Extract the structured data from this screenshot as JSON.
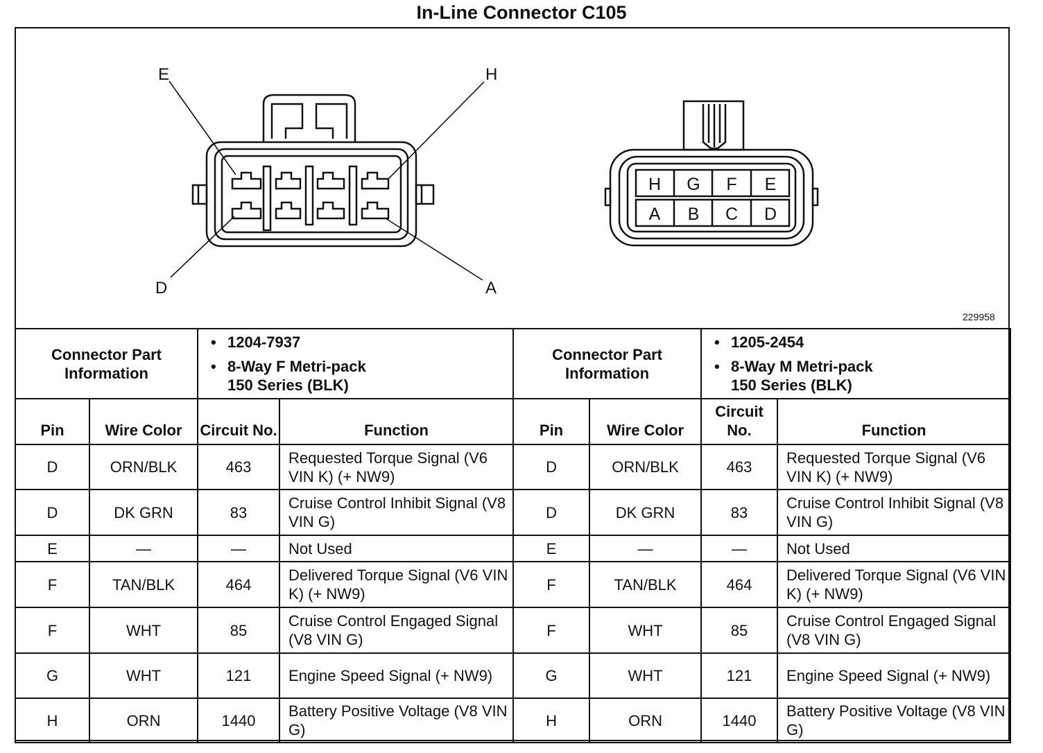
{
  "title": "In-Line Connector C105",
  "figure_id": "229958",
  "callouts": [
    "E",
    "H",
    "D",
    "A"
  ],
  "male_face_pins": {
    "top_row": [
      "H",
      "G",
      "F",
      "E"
    ],
    "bottom_row": [
      "A",
      "B",
      "C",
      "D"
    ]
  },
  "left": {
    "part_label": "Connector Part Information",
    "part_info": [
      "1204-7937",
      "8-Way F Metri-pack",
      "150 Series (BLK)"
    ]
  },
  "right": {
    "part_label": "Connector Part Information",
    "part_info": [
      "1205-2454",
      "8-Way M Metri-pack",
      "150 Series (BLK)"
    ]
  },
  "columns": {
    "left": [
      "Pin",
      "Wire Color",
      "Circuit No.",
      "Function"
    ],
    "right": [
      "Pin",
      "Wire Color",
      "Circuit No.",
      "Function"
    ]
  },
  "rows": [
    {
      "pin": "D",
      "color": "ORN/BLK",
      "circuit": "463",
      "fn_left": "Requested Torque Signal (V6 VIN K) (+ NW9)",
      "fn_right": "Requested Torque Signal (V6 VIN K) (+ NW9)"
    },
    {
      "pin": "D",
      "color": "DK GRN",
      "circuit": "83",
      "fn_left": "Cruise Control Inhibit Signal (V8 VIN G)",
      "fn_right": "Cruise Control Inhibit Signal (V8 VIN G)"
    },
    {
      "pin": "E",
      "color": "—",
      "circuit": "—",
      "fn_left": "Not Used",
      "fn_right": "Not Used"
    },
    {
      "pin": "F",
      "color": "TAN/BLK",
      "circuit": "464",
      "fn_left": "Delivered Torque Signal (V6 VIN K) (+ NW9)",
      "fn_right": "Delivered Torque Signal (V6 VIN K) (+ NW9)"
    },
    {
      "pin": "F",
      "color": "WHT",
      "circuit": "85",
      "fn_left": "Cruise Control Engaged Signal (V8 VIN G)",
      "fn_right": "Cruise Control Engaged Signal (V8 VIN G)"
    },
    {
      "pin": "G",
      "color": "WHT",
      "circuit": "121",
      "fn_left": "Engine Speed Signal (+ NW9)",
      "fn_right": "Engine Speed Signal (+ NW9)"
    },
    {
      "pin": "H",
      "color": "ORN",
      "circuit": "1440",
      "fn_left": "Battery Positive Voltage (V8 VIN G)",
      "fn_right": "Battery Positive Voltage (V8 VIN G)"
    }
  ]
}
